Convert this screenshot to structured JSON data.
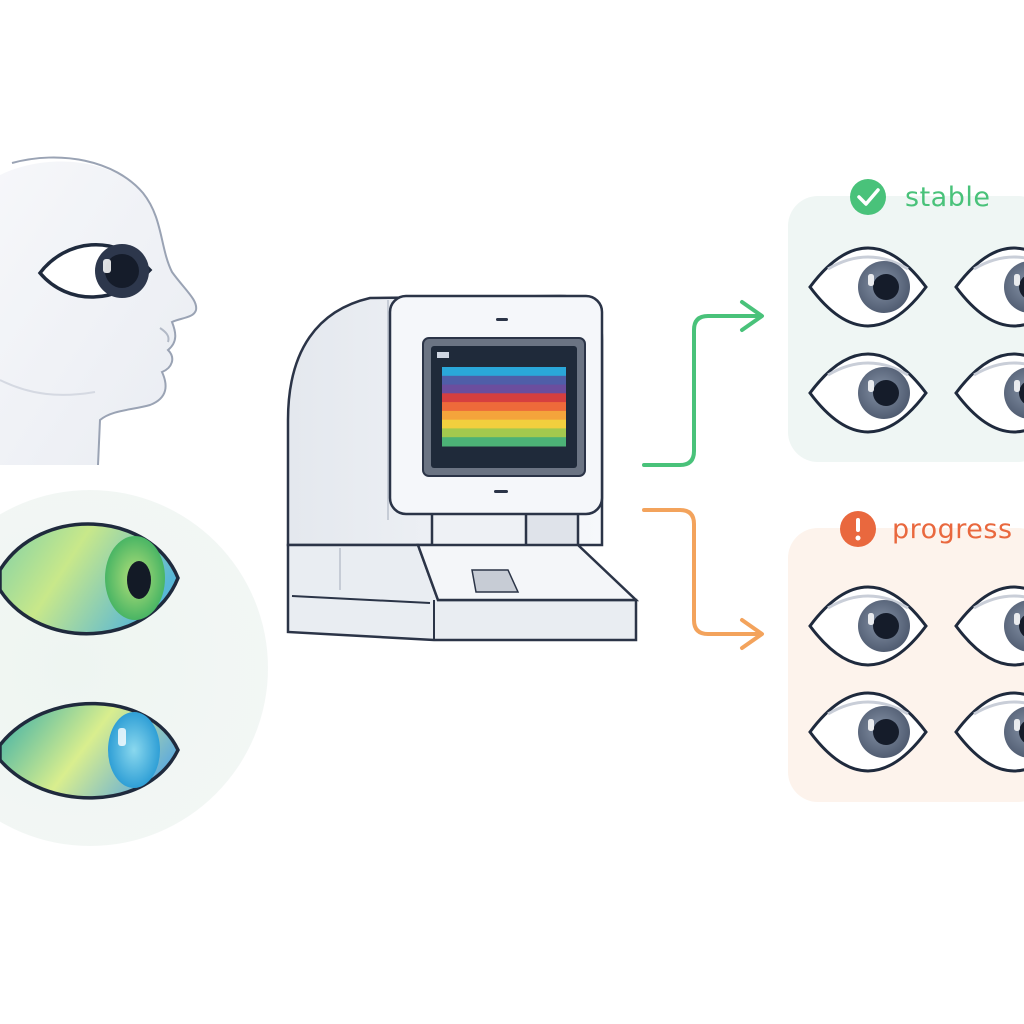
{
  "outcomes": {
    "stable": {
      "label": "stable",
      "icon": "checkmark-icon",
      "color": "#49c27a",
      "panel_color": "#eff6f4",
      "eye_count": 4
    },
    "progress": {
      "label": "progress",
      "icon": "exclamation-icon",
      "color": "#e9683e",
      "panel_color": "#fdf3ec",
      "eye_count": 4
    }
  },
  "scanner": {
    "screen_bands": [
      "#2aa7d9",
      "#4f5ea8",
      "#6b4e9e",
      "#d63f3f",
      "#ee6a3a",
      "#f4a43b",
      "#f2cf3e",
      "#a3c94e",
      "#4cb276"
    ]
  },
  "arrows": {
    "stable_color": "#49c27a",
    "progress_color": "#f3a35c"
  }
}
